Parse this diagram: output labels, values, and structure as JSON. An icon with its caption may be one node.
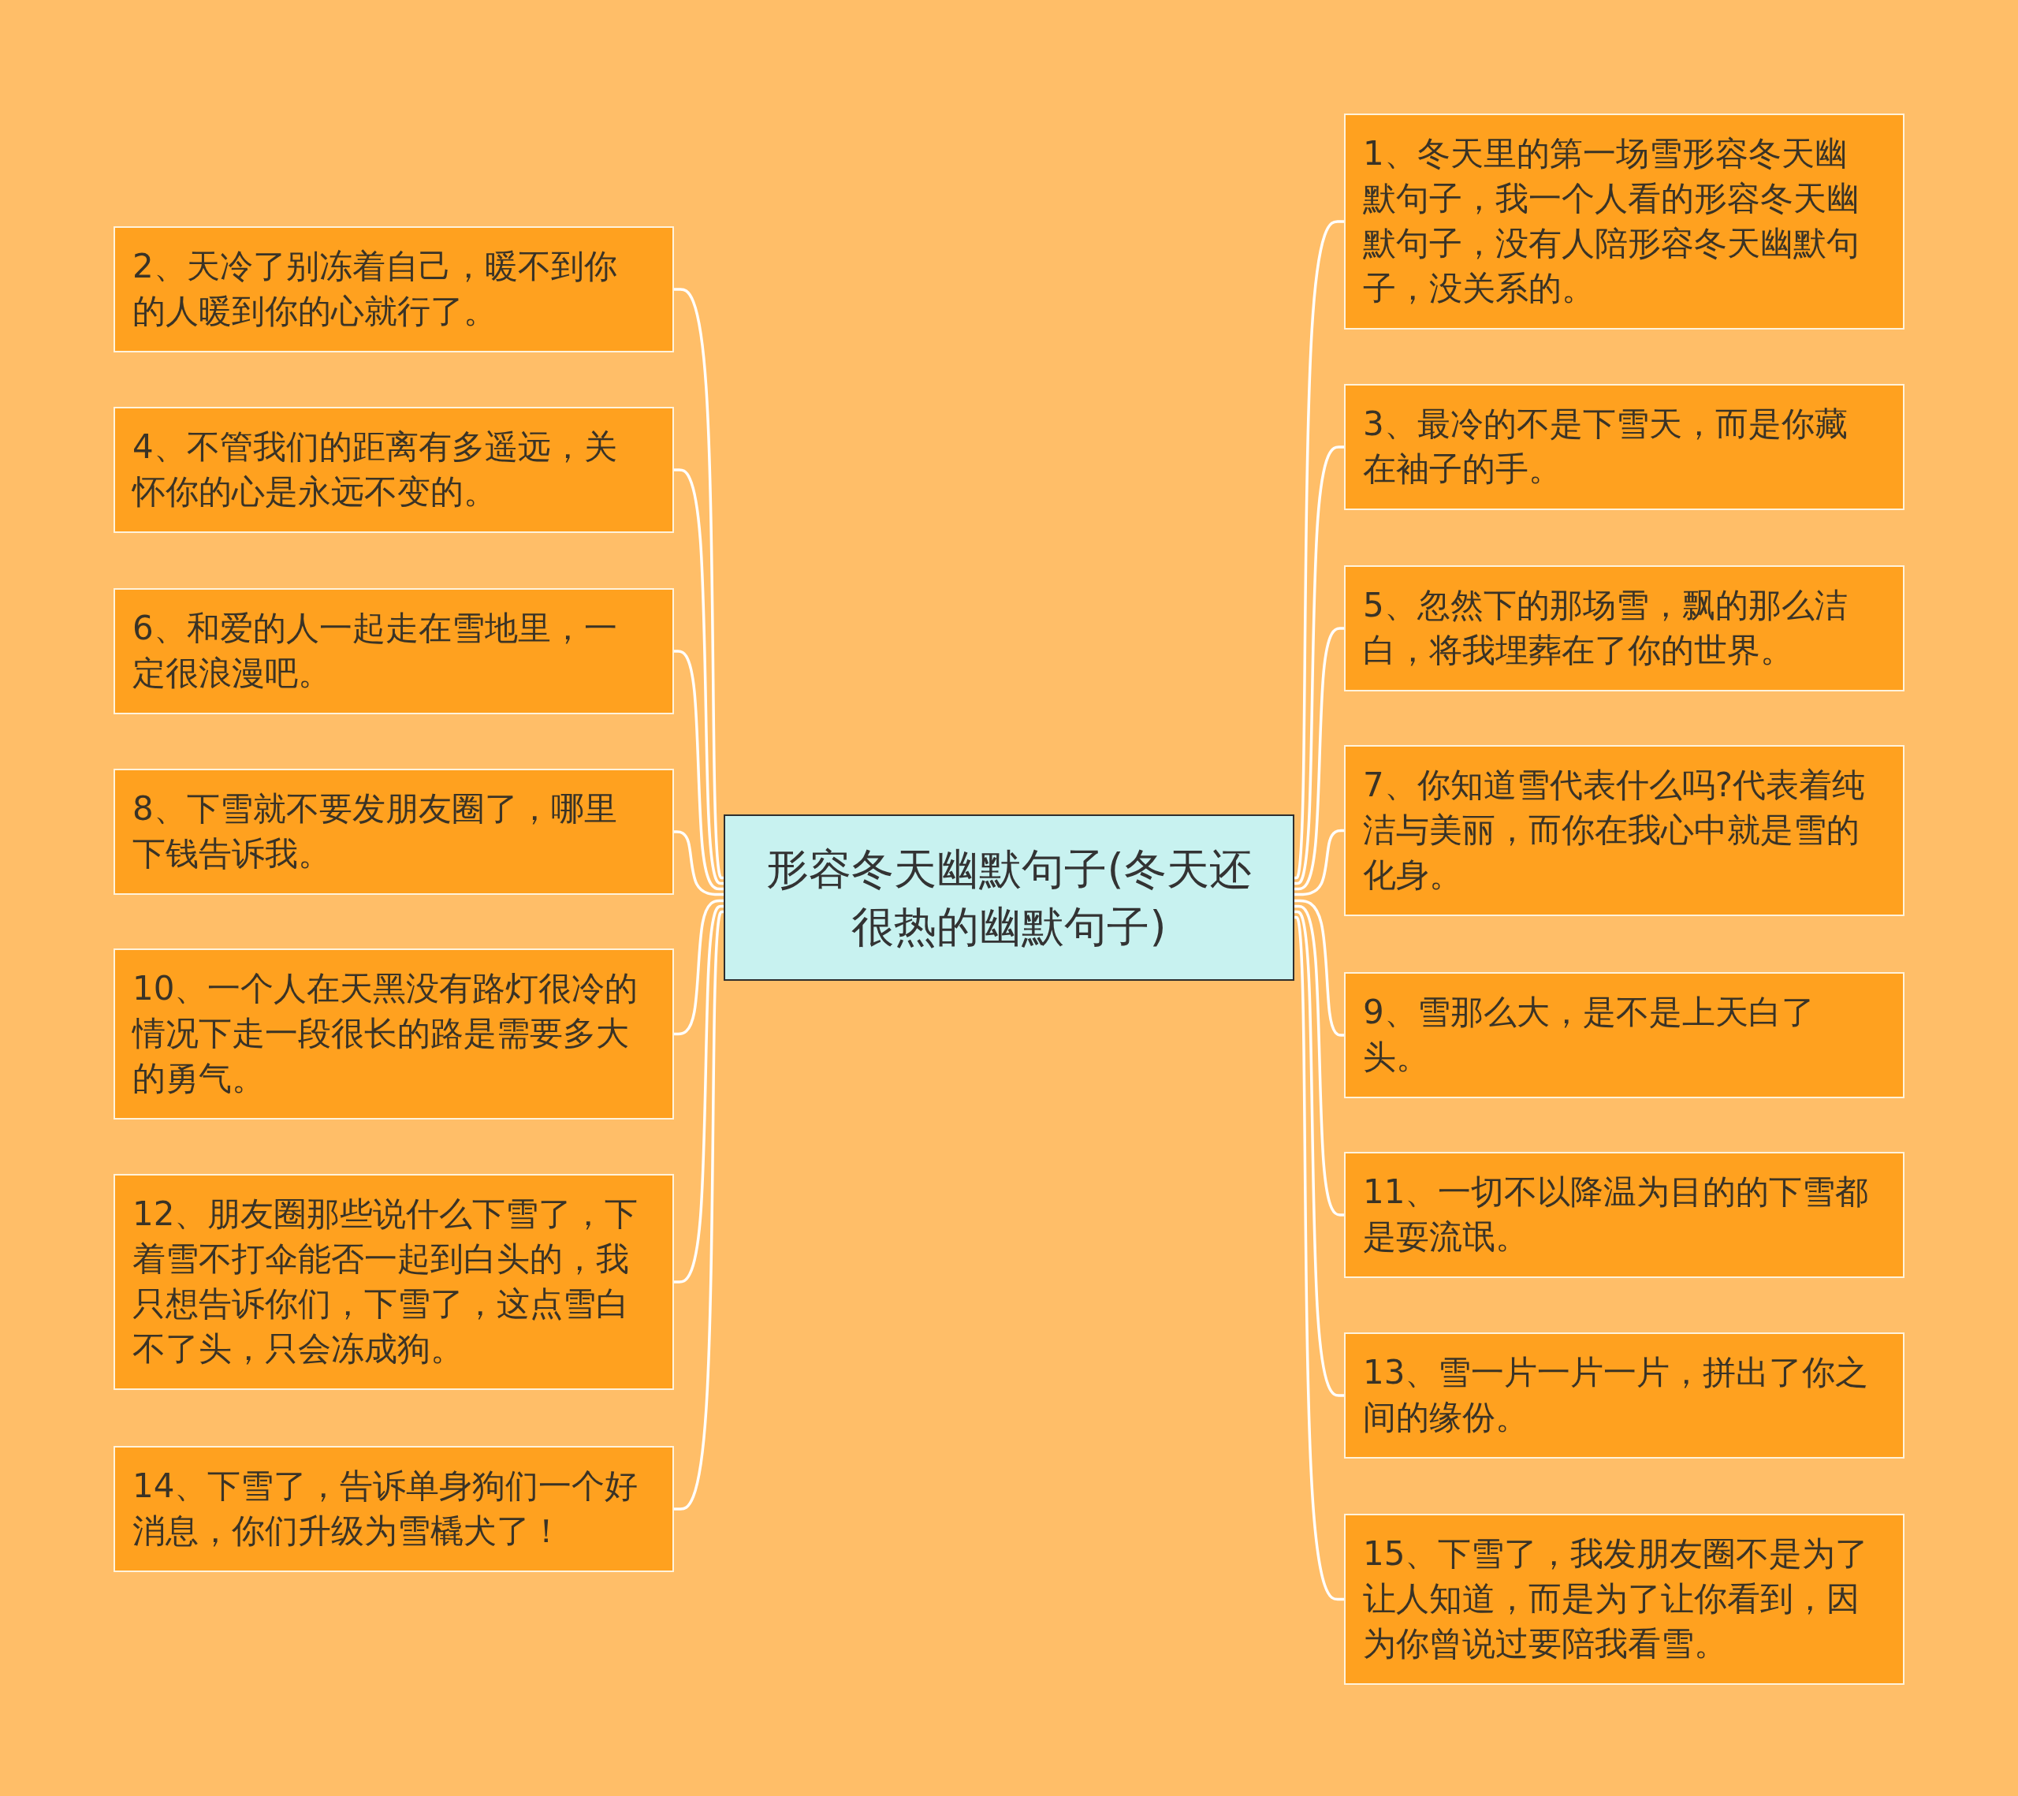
{
  "diagram": {
    "nodes": [
      {
        "text": [
          "形容冬天幽默句子(冬天还很热的幽默句子)"
        ]
      },
      {
        "text": [
          "1、冬天里的第一场雪形容冬天幽默句子，我一个人看的形容冬天幽默句子，没有人陪形容冬天幽默句子，没关系的。"
        ]
      },
      {
        "text": [
          "2、天冷了别冻着自己，暖不到你的人暖到你的心就行了。"
        ]
      },
      {
        "text": [
          "3、最冷的不是下雪天，而是你藏在袖子的手。"
        ]
      },
      {
        "text": [
          "4、不管我们的距离有多遥远，关怀你的心是永远不变的。"
        ]
      },
      {
        "text": [
          "5、忽然下的那场雪，飘的那么洁白，将我埋葬在了你的世界。"
        ]
      },
      {
        "text": [
          "6、和爱的人一起走在雪地里，一定很浪漫吧。"
        ]
      },
      {
        "text": [
          "7、你知道雪代表什么吗?代表着纯洁与美丽，而你在我心中就是雪的化身。"
        ]
      },
      {
        "text": [
          "8、下雪就不要发朋友圈了，哪里下钱告诉我。"
        ]
      },
      {
        "text": [
          "9、雪那么大，是不是上天白了头。"
        ]
      },
      {
        "text": [
          "10、一个人在天黑没有路灯很冷的情况下走一段很长的路是需要多大的勇气。"
        ]
      },
      {
        "text": [
          "11、一切不以降温为目的的下雪都是耍流氓。"
        ]
      },
      {
        "text": [
          "12、朋友圈那些说什么下雪了，下着雪不打伞能否一起到白头的，我只想告诉你们，下雪了，这点雪白不了头，只会冻成狗。"
        ]
      },
      {
        "text": [
          "13、雪一片一片一片，拼出了你之间的缘份。"
        ]
      },
      {
        "text": [
          "14、下雪了，告诉单身狗们一个好消息，你们升级为雪橇犬了！"
        ]
      },
      {
        "text": [
          "15、下雪了，我发朋友圈不是为了让人知道，而是为了让你看到，因为你曾说过要陪我看雪。"
        ]
      }
    ],
    "edges": [
      {
        "from": 0,
        "to": 1,
        "arrow": "none"
      },
      {
        "from": 0,
        "to": 2,
        "arrow": "none"
      },
      {
        "from": 0,
        "to": 3,
        "arrow": "none"
      },
      {
        "from": 0,
        "to": 4,
        "arrow": "none"
      },
      {
        "from": 0,
        "to": 5,
        "arrow": "none"
      },
      {
        "from": 0,
        "to": 6,
        "arrow": "none"
      },
      {
        "from": 0,
        "to": 7,
        "arrow": "none"
      },
      {
        "from": 0,
        "to": 8,
        "arrow": "none"
      },
      {
        "from": 0,
        "to": 9,
        "arrow": "none"
      },
      {
        "from": 0,
        "to": 10,
        "arrow": "none"
      },
      {
        "from": 0,
        "to": 11,
        "arrow": "none"
      },
      {
        "from": 0,
        "to": 12,
        "arrow": "none"
      },
      {
        "from": 0,
        "to": 13,
        "arrow": "none"
      },
      {
        "from": 0,
        "to": 14,
        "arrow": "none"
      },
      {
        "from": 0,
        "to": 15,
        "arrow": "none"
      }
    ]
  }
}
